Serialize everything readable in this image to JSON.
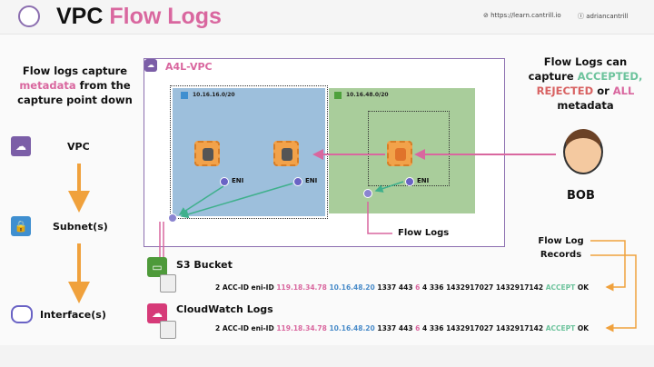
{
  "header": {
    "title_part1": "VPC",
    "title_part2": "Flow Logs",
    "link": "https://learn.cantrill.io",
    "handle": "adriancantrill"
  },
  "left": {
    "line1": "Flow logs capture",
    "highlight": "metadata",
    "line2_rest": "from the",
    "line3": "capture point down",
    "levels": [
      {
        "label": "VPC"
      },
      {
        "label": "Subnet(s)"
      },
      {
        "label": "Interface(s)"
      }
    ]
  },
  "right": {
    "line1": "Flow Logs can",
    "line2_pre": "capture",
    "accepted": "ACCEPTED,",
    "rejected": "REJECTED",
    "or": "or",
    "all": "ALL",
    "line4": "metadata",
    "person": "BOB",
    "records_line1": "Flow Log",
    "records_line2": "Records"
  },
  "vpc": {
    "name": "A4L-VPC",
    "subnet1": "10.16.16.0/20",
    "subnet2": "10.16.48.0/20",
    "eni": "ENI",
    "flow_logs": "Flow Logs"
  },
  "destinations": [
    {
      "name": "S3 Bucket",
      "record": {
        "a": "2 ACC-ID eni-ID",
        "src": "119.18.34.78",
        "dst": "10.16.48.20",
        "b": "1337 443",
        "proto": "6",
        "c": "4 336 1432917027 1432917142",
        "action": "ACCEPT",
        "status": "OK"
      }
    },
    {
      "name": "CloudWatch Logs",
      "record": {
        "a": "2 ACC-ID eni-ID",
        "src": "119.18.34.78",
        "dst": "10.16.48.20",
        "b": "1337 443",
        "proto": "6",
        "c": "4 336 1432917027 1432917142",
        "action": "ACCEPT",
        "status": "OK"
      }
    }
  ],
  "colors": {
    "pink": "#d9679f",
    "orange": "#f0a13c",
    "purple": "#8c6fb0",
    "green": "#6cc39c"
  }
}
